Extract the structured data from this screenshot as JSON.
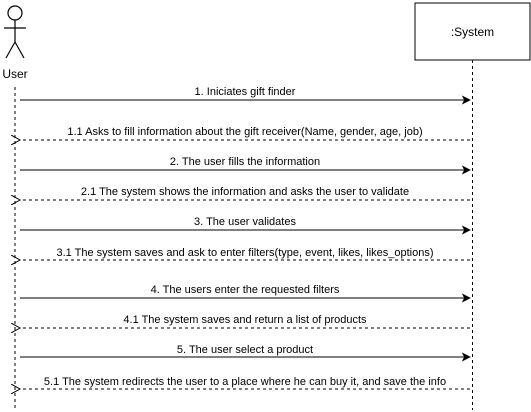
{
  "participants": {
    "user": {
      "label": "User",
      "icon": "stick-figure-icon"
    },
    "system": {
      "label": ":System"
    }
  },
  "messages": [
    {
      "id": "m1",
      "label": "1. Iniciates gift finder",
      "kind": "call",
      "from": "user",
      "to": "system"
    },
    {
      "id": "m1_1",
      "label": "1.1 Asks to fill information about the gift receiver(Name, gender, age, job)",
      "kind": "return",
      "from": "system",
      "to": "user"
    },
    {
      "id": "m2",
      "label": "2. The user fills the information",
      "kind": "call",
      "from": "user",
      "to": "system"
    },
    {
      "id": "m2_1",
      "label": "2.1 The system shows the information and asks the user to validate",
      "kind": "return",
      "from": "system",
      "to": "user"
    },
    {
      "id": "m3",
      "label": "3. The user validates",
      "kind": "call",
      "from": "user",
      "to": "system"
    },
    {
      "id": "m3_1",
      "label": "3.1 The system saves and ask to enter filters(type, event, likes, likes_options)",
      "kind": "return",
      "from": "system",
      "to": "user"
    },
    {
      "id": "m4",
      "label": "4. The users enter the requested filters",
      "kind": "call",
      "from": "user",
      "to": "system"
    },
    {
      "id": "m4_1",
      "label": "4.1 The system saves and return a list of products",
      "kind": "return",
      "from": "system",
      "to": "user"
    },
    {
      "id": "m5",
      "label": "5. The user select a product",
      "kind": "call",
      "from": "user",
      "to": "system"
    },
    {
      "id": "m5_1",
      "label": "5.1 The system redirects the user to a place where he can buy it, and save the info",
      "kind": "return",
      "from": "system",
      "to": "user"
    }
  ],
  "colors": {
    "line": "#000000",
    "box_fill": "#ffffff",
    "text": "#000000"
  }
}
